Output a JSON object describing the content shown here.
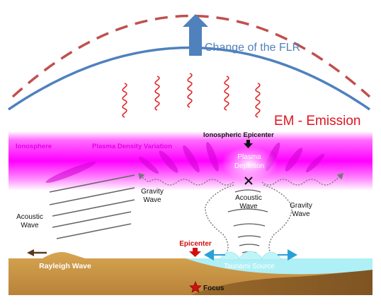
{
  "labels": {
    "flr": "Change of the FLR",
    "em": "EM - Emission",
    "ionosphere": "Ionosphere",
    "plasma_density": "Plasma Density Variation",
    "iono_epicenter": "Ionospheric Epicenter",
    "plasma_l1": "Plasma",
    "plasma_l2": "Depletion",
    "gravity_left_l1": "Gravity",
    "gravity_left_l2": "Wave",
    "acoustic_center_l1": "Acoustic",
    "acoustic_center_l2": "Wave",
    "gravity_right_l1": "Gravity",
    "gravity_right_l2": "Wave",
    "acoustic_left_l1": "Acoustic",
    "acoustic_left_l2": "Wave",
    "epicenter": "Epicenter",
    "rayleigh": "Rayleigh Wave",
    "tsunami": "Tsunami Source",
    "focus": "Focus"
  },
  "colors": {
    "flr_text": "#4f81bd",
    "arc_solid": "#4f81bd",
    "arc_dashed": "#c0504d",
    "em_text": "#e0141e",
    "squiggle": "#e02828",
    "ionosphere": "#ff00ff",
    "ground": "#c8963c",
    "ocean": "#aef0f5",
    "epicenter_text": "#d01010"
  }
}
